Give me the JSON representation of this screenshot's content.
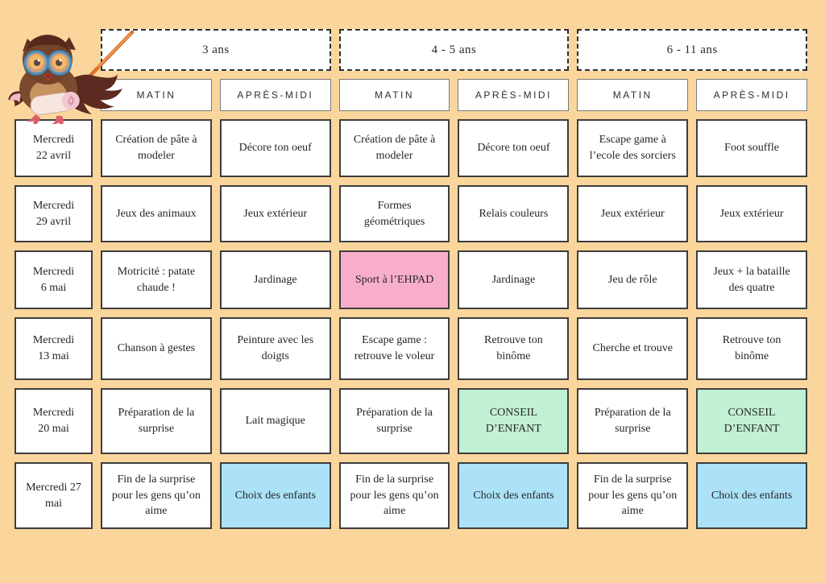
{
  "illustrations": {
    "owl": "owl-teacher-with-glasses-and-pointer-icon"
  },
  "colors": {
    "background": "#FBD69C",
    "pink": "#F8AECB",
    "green": "#C2F0D5",
    "blue": "#ACE2F8",
    "cell_white": "#FFFFFF"
  },
  "age_groups": [
    {
      "label": "3 ans"
    },
    {
      "label": "4 - 5 ans"
    },
    {
      "label": "6 - 11 ans"
    }
  ],
  "period_headers": [
    "MATIN",
    "APRÈS-MIDI",
    "MATIN",
    "APRÈS-MIDI",
    "MATIN",
    "APRÈS-MIDI"
  ],
  "rows": [
    {
      "date": "Mercredi\n22 avril",
      "cells": [
        {
          "text": "Création de pâte à modeler"
        },
        {
          "text": "Décore ton oeuf"
        },
        {
          "text": "Création de pâte à modeler"
        },
        {
          "text": "Décore ton oeuf"
        },
        {
          "text": "Escape game à l’ecole des sorciers"
        },
        {
          "text": "Foot souffle"
        }
      ]
    },
    {
      "date": "Mercredi\n29 avril",
      "cells": [
        {
          "text": "Jeux des animaux"
        },
        {
          "text": "Jeux extérieur"
        },
        {
          "text": "Formes géométriques"
        },
        {
          "text": "Relais couleurs"
        },
        {
          "text": "Jeux extérieur"
        },
        {
          "text": "Jeux extérieur"
        }
      ]
    },
    {
      "date": "Mercredi\n6 mai",
      "cells": [
        {
          "text": "Motricité : patate chaude !"
        },
        {
          "text": "Jardinage"
        },
        {
          "text": "Sport à l’EHPAD",
          "bg": "pink"
        },
        {
          "text": "Jardinage"
        },
        {
          "text": "Jeu de rôle"
        },
        {
          "text": "Jeux + la bataille des quatre"
        }
      ]
    },
    {
      "date": "Mercredi\n13 mai",
      "cells": [
        {
          "text": "Chanson à gestes"
        },
        {
          "text": "Peinture avec les doigts"
        },
        {
          "text": "Escape game : retrouve le voleur"
        },
        {
          "text": "Retrouve ton binôme"
        },
        {
          "text": "Cherche et trouve"
        },
        {
          "text": "Retrouve ton binôme"
        }
      ]
    },
    {
      "date": "Mercredi\n20 mai",
      "cells": [
        {
          "text": "Préparation de la surprise"
        },
        {
          "text": "Lait magique"
        },
        {
          "text": "Préparation de la surprise"
        },
        {
          "text": "CONSEIL D’ENFANT",
          "bg": "green"
        },
        {
          "text": "Préparation de la surprise"
        },
        {
          "text": "CONSEIL D’ENFANT",
          "bg": "green"
        }
      ]
    },
    {
      "date": "Mercredi 27\nmai",
      "cells": [
        {
          "text": "Fin de la surprise pour les gens qu’on aime"
        },
        {
          "text": "Choix des enfants",
          "bg": "blue"
        },
        {
          "text": "Fin de la surprise pour les gens qu’on aime"
        },
        {
          "text": "Choix des enfants",
          "bg": "blue"
        },
        {
          "text": "Fin de la surprise pour les gens qu’on aime"
        },
        {
          "text": "Choix des enfants",
          "bg": "blue"
        }
      ]
    }
  ]
}
